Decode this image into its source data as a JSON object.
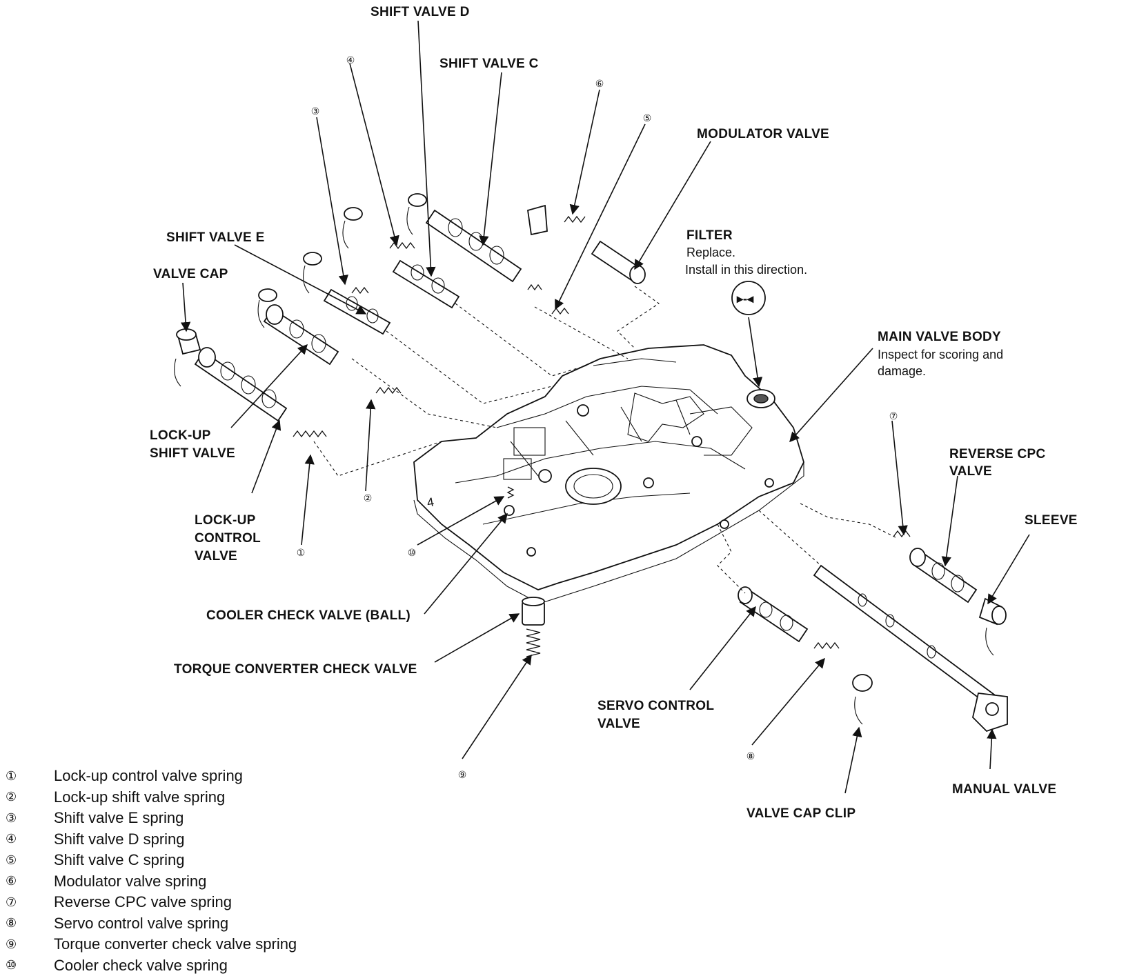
{
  "labels": {
    "shift_valve_d": "SHIFT VALVE D",
    "shift_valve_c": "SHIFT VALVE C",
    "modulator_valve": "MODULATOR VALVE",
    "filter": "FILTER",
    "filter_note_1": "Replace.",
    "filter_note_2": "Install in this direction.",
    "shift_valve_e": "SHIFT VALVE E",
    "valve_cap": "VALVE CAP",
    "main_valve_body": "MAIN VALVE BODY",
    "main_valve_body_note_1": "Inspect for scoring and",
    "main_valve_body_note_2": "damage.",
    "lock_up_shift_valve_1": "LOCK-UP",
    "lock_up_shift_valve_2": "SHIFT VALVE",
    "reverse_cpc_valve_1": "REVERSE CPC",
    "reverse_cpc_valve_2": "VALVE",
    "sleeve": "SLEEVE",
    "lock_up_control_valve_1": "LOCK-UP",
    "lock_up_control_valve_2": "CONTROL",
    "lock_up_control_valve_3": "VALVE",
    "cooler_check_valve": "COOLER CHECK VALVE (BALL)",
    "torque_converter_check_valve": "TORQUE CONVERTER CHECK VALVE",
    "servo_control_valve_1": "SERVO CONTROL",
    "servo_control_valve_2": "VALVE",
    "manual_valve": "MANUAL VALVE",
    "valve_cap_clip": "VALVE CAP CLIP"
  },
  "callouts": {
    "c1": "①",
    "c2": "②",
    "c3": "③",
    "c4": "④",
    "c5": "⑤",
    "c6": "⑥",
    "c7": "⑦",
    "c8": "⑧",
    "c9": "⑨",
    "c10": "⑩"
  },
  "legend": [
    {
      "num": "①",
      "text": "Lock-up control valve spring"
    },
    {
      "num": "②",
      "text": "Lock-up shift valve spring"
    },
    {
      "num": "③",
      "text": "Shift valve E spring"
    },
    {
      "num": "④",
      "text": "Shift valve D spring"
    },
    {
      "num": "⑤",
      "text": "Shift valve C spring"
    },
    {
      "num": "⑥",
      "text": "Modulator valve spring"
    },
    {
      "num": "⑦",
      "text": "Reverse CPC valve spring"
    },
    {
      "num": "⑧",
      "text": "Servo control valve spring"
    },
    {
      "num": "⑨",
      "text": "Torque converter check valve spring"
    },
    {
      "num": "⑩",
      "text": "Cooler check valve spring"
    }
  ]
}
